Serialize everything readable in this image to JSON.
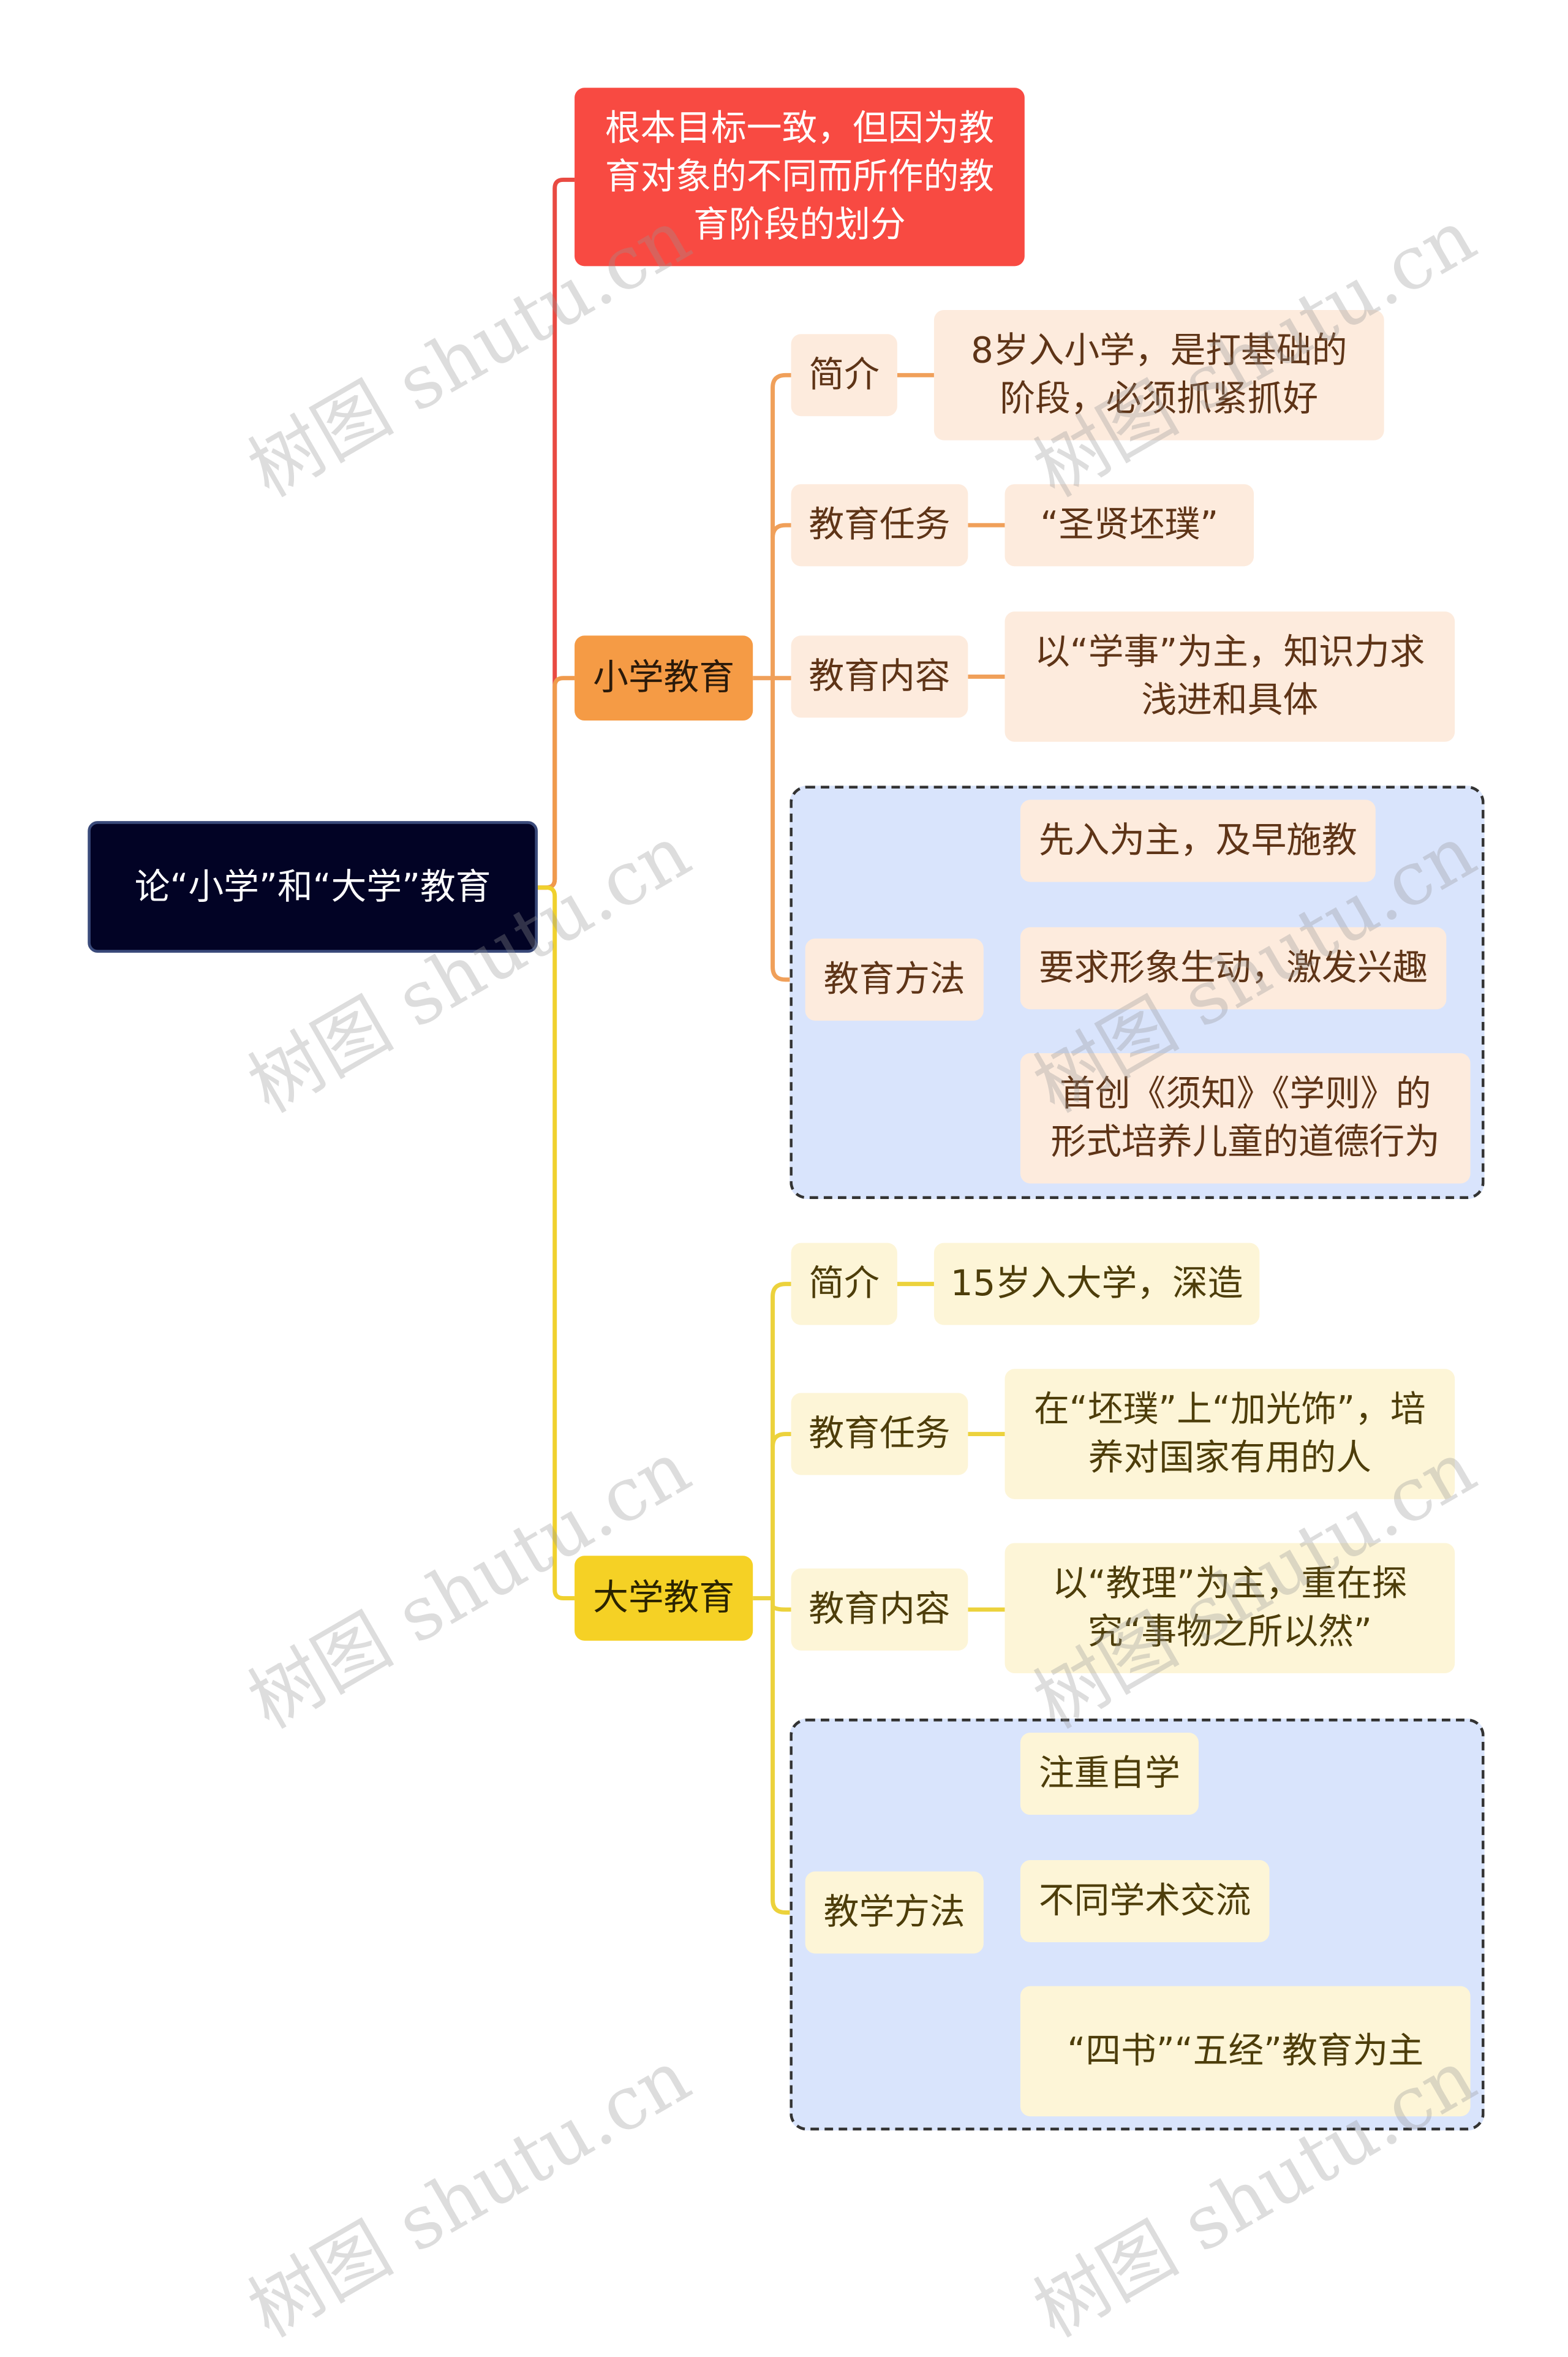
{
  "root": {
    "label": "论“小学”和“大学”教育"
  },
  "definition": {
    "label": "根本目标一致，但因为教育对象的不同而所作的教育阶段的划分"
  },
  "primary": {
    "label": "小学教育",
    "intro": {
      "label": "简介",
      "content": "8岁入小学，是打基础的阶段，必须抓紧抓好"
    },
    "task": {
      "label": "教育任务",
      "content": "“圣贤坯璞”"
    },
    "content": {
      "label": "教育内容",
      "content": "以“学事”为主，知识力求浅进和具体"
    },
    "method": {
      "label": "教育方法",
      "items": [
        "先入为主，及早施教",
        "要求形象生动，激发兴趣",
        "首创《须知》《学则》的形式培养儿童的道德行为"
      ]
    }
  },
  "university": {
    "label": "大学教育",
    "intro": {
      "label": "简介",
      "content": "15岁入大学，深造"
    },
    "task": {
      "label": "教育任务",
      "content": "在“坯璞”上“加光饰”，培养对国家有用的人"
    },
    "content": {
      "label": "教育内容",
      "content": "以“教理”为主，重在探究“事物之所以然”"
    },
    "method": {
      "label": "教学方法",
      "items": [
        "注重自学",
        "不同学术交流",
        "“四书”“五经”教育为主"
      ]
    }
  },
  "watermark": "树图 shutu.cn",
  "colors": {
    "root": "#020325",
    "red": "#f84a42",
    "orange": "#f59b45",
    "yellow": "#f5d125",
    "peach": "#fdebdd",
    "cream": "#fdf5d7",
    "group": "#d9e4fc"
  }
}
